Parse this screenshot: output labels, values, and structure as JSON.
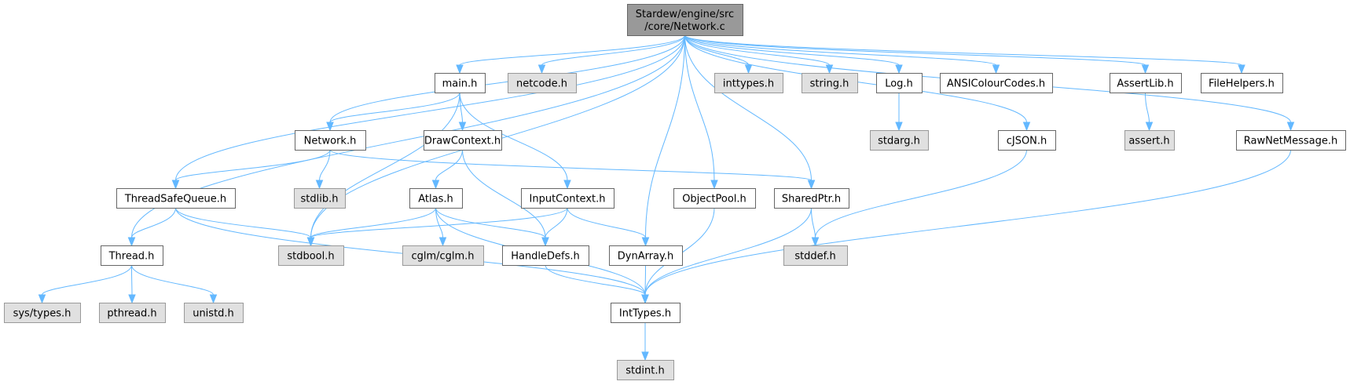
{
  "title": "Include dependency graph for Network.c",
  "colors": {
    "edge": "#63b8ff",
    "root_fill": "#999999",
    "root_border": "#666666",
    "project_fill": "#ffffff",
    "project_border": "#666666",
    "system_fill": "#e0e0e0",
    "system_border": "#999999"
  },
  "nodes": [
    {
      "id": "root",
      "label": [
        "Stardew/engine/src",
        "/core/Network.c"
      ],
      "kind": "root"
    },
    {
      "id": "main",
      "label": [
        "main.h"
      ],
      "kind": "project"
    },
    {
      "id": "netcode",
      "label": [
        "netcode.h"
      ],
      "kind": "system"
    },
    {
      "id": "inttypes",
      "label": [
        "inttypes.h"
      ],
      "kind": "system"
    },
    {
      "id": "string",
      "label": [
        "string.h"
      ],
      "kind": "system"
    },
    {
      "id": "log",
      "label": [
        "Log.h"
      ],
      "kind": "project"
    },
    {
      "id": "ansi",
      "label": [
        "ANSIColourCodes.h"
      ],
      "kind": "project"
    },
    {
      "id": "assertlib",
      "label": [
        "AssertLib.h"
      ],
      "kind": "project"
    },
    {
      "id": "filehelpers",
      "label": [
        "FileHelpers.h"
      ],
      "kind": "project"
    },
    {
      "id": "network",
      "label": [
        "Network.h"
      ],
      "kind": "project"
    },
    {
      "id": "drawcontext",
      "label": [
        "DrawContext.h"
      ],
      "kind": "project"
    },
    {
      "id": "stdarg",
      "label": [
        "stdarg.h"
      ],
      "kind": "system"
    },
    {
      "id": "cjson",
      "label": [
        "cJSON.h"
      ],
      "kind": "project"
    },
    {
      "id": "assert",
      "label": [
        "assert.h"
      ],
      "kind": "system"
    },
    {
      "id": "rawnet",
      "label": [
        "RawNetMessage.h"
      ],
      "kind": "project"
    },
    {
      "id": "tsq",
      "label": [
        "ThreadSafeQueue.h"
      ],
      "kind": "project"
    },
    {
      "id": "stdlib",
      "label": [
        "stdlib.h"
      ],
      "kind": "system"
    },
    {
      "id": "atlas",
      "label": [
        "Atlas.h"
      ],
      "kind": "project"
    },
    {
      "id": "inputcontext",
      "label": [
        "InputContext.h"
      ],
      "kind": "project"
    },
    {
      "id": "objectpool",
      "label": [
        "ObjectPool.h"
      ],
      "kind": "project"
    },
    {
      "id": "sharedptr",
      "label": [
        "SharedPtr.h"
      ],
      "kind": "project"
    },
    {
      "id": "thread",
      "label": [
        "Thread.h"
      ],
      "kind": "project"
    },
    {
      "id": "stdbool",
      "label": [
        "stdbool.h"
      ],
      "kind": "system"
    },
    {
      "id": "cglm",
      "label": [
        "cglm/cglm.h"
      ],
      "kind": "system"
    },
    {
      "id": "handledefs",
      "label": [
        "HandleDefs.h"
      ],
      "kind": "project"
    },
    {
      "id": "dynarray",
      "label": [
        "DynArray.h"
      ],
      "kind": "project"
    },
    {
      "id": "stddef",
      "label": [
        "stddef.h"
      ],
      "kind": "system"
    },
    {
      "id": "systypes",
      "label": [
        "sys/types.h"
      ],
      "kind": "system"
    },
    {
      "id": "pthread",
      "label": [
        "pthread.h"
      ],
      "kind": "system"
    },
    {
      "id": "unistd",
      "label": [
        "unistd.h"
      ],
      "kind": "system"
    },
    {
      "id": "inttypesh",
      "label": [
        "IntTypes.h"
      ],
      "kind": "project"
    },
    {
      "id": "stdint",
      "label": [
        "stdint.h"
      ],
      "kind": "system"
    }
  ],
  "edges": [
    [
      "root",
      "main"
    ],
    [
      "root",
      "netcode"
    ],
    [
      "root",
      "inttypes"
    ],
    [
      "root",
      "string"
    ],
    [
      "root",
      "log"
    ],
    [
      "root",
      "ansi"
    ],
    [
      "root",
      "assertlib"
    ],
    [
      "root",
      "filehelpers"
    ],
    [
      "root",
      "network"
    ],
    [
      "root",
      "cjson"
    ],
    [
      "root",
      "rawnet"
    ],
    [
      "root",
      "tsq"
    ],
    [
      "root",
      "thread"
    ],
    [
      "root",
      "stdbool"
    ],
    [
      "root",
      "objectpool"
    ],
    [
      "root",
      "sharedptr"
    ],
    [
      "root",
      "dynarray"
    ],
    [
      "main",
      "network"
    ],
    [
      "main",
      "drawcontext"
    ],
    [
      "main",
      "inputcontext"
    ],
    [
      "main",
      "stdbool"
    ],
    [
      "network",
      "tsq"
    ],
    [
      "network",
      "stdlib"
    ],
    [
      "network",
      "sharedptr"
    ],
    [
      "drawcontext",
      "atlas"
    ],
    [
      "drawcontext",
      "handledefs"
    ],
    [
      "log",
      "stdarg"
    ],
    [
      "assertlib",
      "assert"
    ],
    [
      "cjson",
      "stddef"
    ],
    [
      "rawnet",
      "inttypesh"
    ],
    [
      "tsq",
      "thread"
    ],
    [
      "tsq",
      "stdbool"
    ],
    [
      "tsq",
      "inttypesh"
    ],
    [
      "atlas",
      "stdbool"
    ],
    [
      "atlas",
      "cglm"
    ],
    [
      "atlas",
      "handledefs"
    ],
    [
      "atlas",
      "inttypesh"
    ],
    [
      "inputcontext",
      "stdbool"
    ],
    [
      "inputcontext",
      "handledefs"
    ],
    [
      "inputcontext",
      "dynarray"
    ],
    [
      "objectpool",
      "inttypesh"
    ],
    [
      "sharedptr",
      "stddef"
    ],
    [
      "sharedptr",
      "inttypesh"
    ],
    [
      "thread",
      "systypes"
    ],
    [
      "thread",
      "pthread"
    ],
    [
      "thread",
      "unistd"
    ],
    [
      "handledefs",
      "inttypesh"
    ],
    [
      "dynarray",
      "inttypesh"
    ],
    [
      "inttypesh",
      "stdint"
    ]
  ]
}
